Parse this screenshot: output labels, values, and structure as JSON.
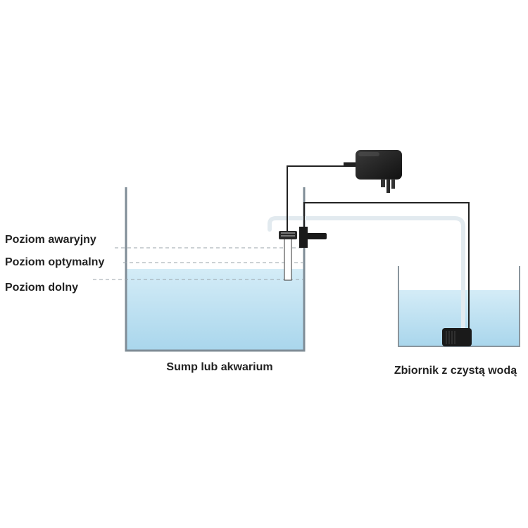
{
  "diagram": {
    "levels": {
      "emergency": "Poziom awaryjny",
      "optimal": "Poziom optymalny",
      "low": "Poziom dolny"
    },
    "tanks": {
      "sump": "Sump lub akwarium",
      "reservoir": "Zbiornik z czystą wodą"
    }
  },
  "colors": {
    "water": "#b3dcef",
    "water_light": "#d8eef8",
    "tank_wall": "#7f8c96",
    "cable": "#222222",
    "hose": "#e4ecf1",
    "device": "#1a1a1a",
    "label": "#222222"
  }
}
